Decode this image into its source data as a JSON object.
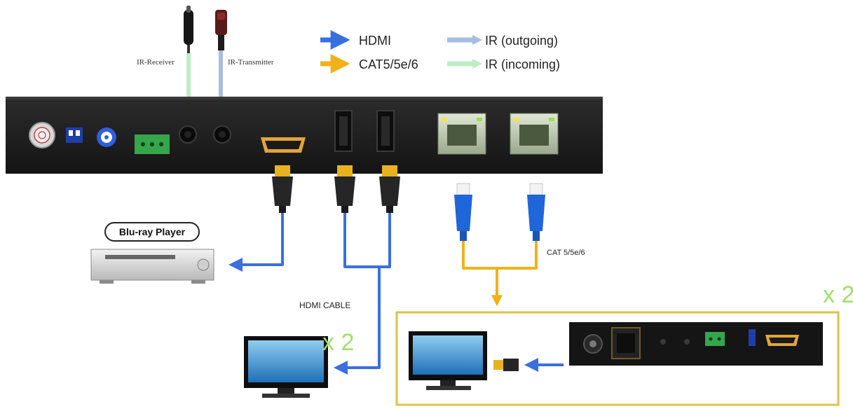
{
  "legend": {
    "items": [
      {
        "label": "HDMI",
        "color": "#3a6fe0"
      },
      {
        "label": "CAT5/5e/6",
        "color": "#f0b21a"
      },
      {
        "label": "IR (outgoing)",
        "color": "#a7bde0"
      },
      {
        "label": "IR (incoming)",
        "color": "#bdeec2"
      }
    ]
  },
  "labels": {
    "ir_receiver": "IR-Receiver",
    "ir_transmitter": "IR-Transmitter",
    "blu_ray": "Blu-ray Player",
    "hdmi_cable": "HDMI CABLE",
    "cat_cable": "CAT 5/5e/6",
    "tv_multiplier": "x 2",
    "receiver_multiplier": "x 2"
  },
  "colors": {
    "hdmi": "#3a6fe0",
    "cat": "#f0b21a",
    "ir_out": "#a7bde0",
    "ir_in": "#bdeec2",
    "multiplier": "#9fe06a",
    "device_body": "#1e1e1e",
    "receiver_frame": "#e3bf4a"
  }
}
